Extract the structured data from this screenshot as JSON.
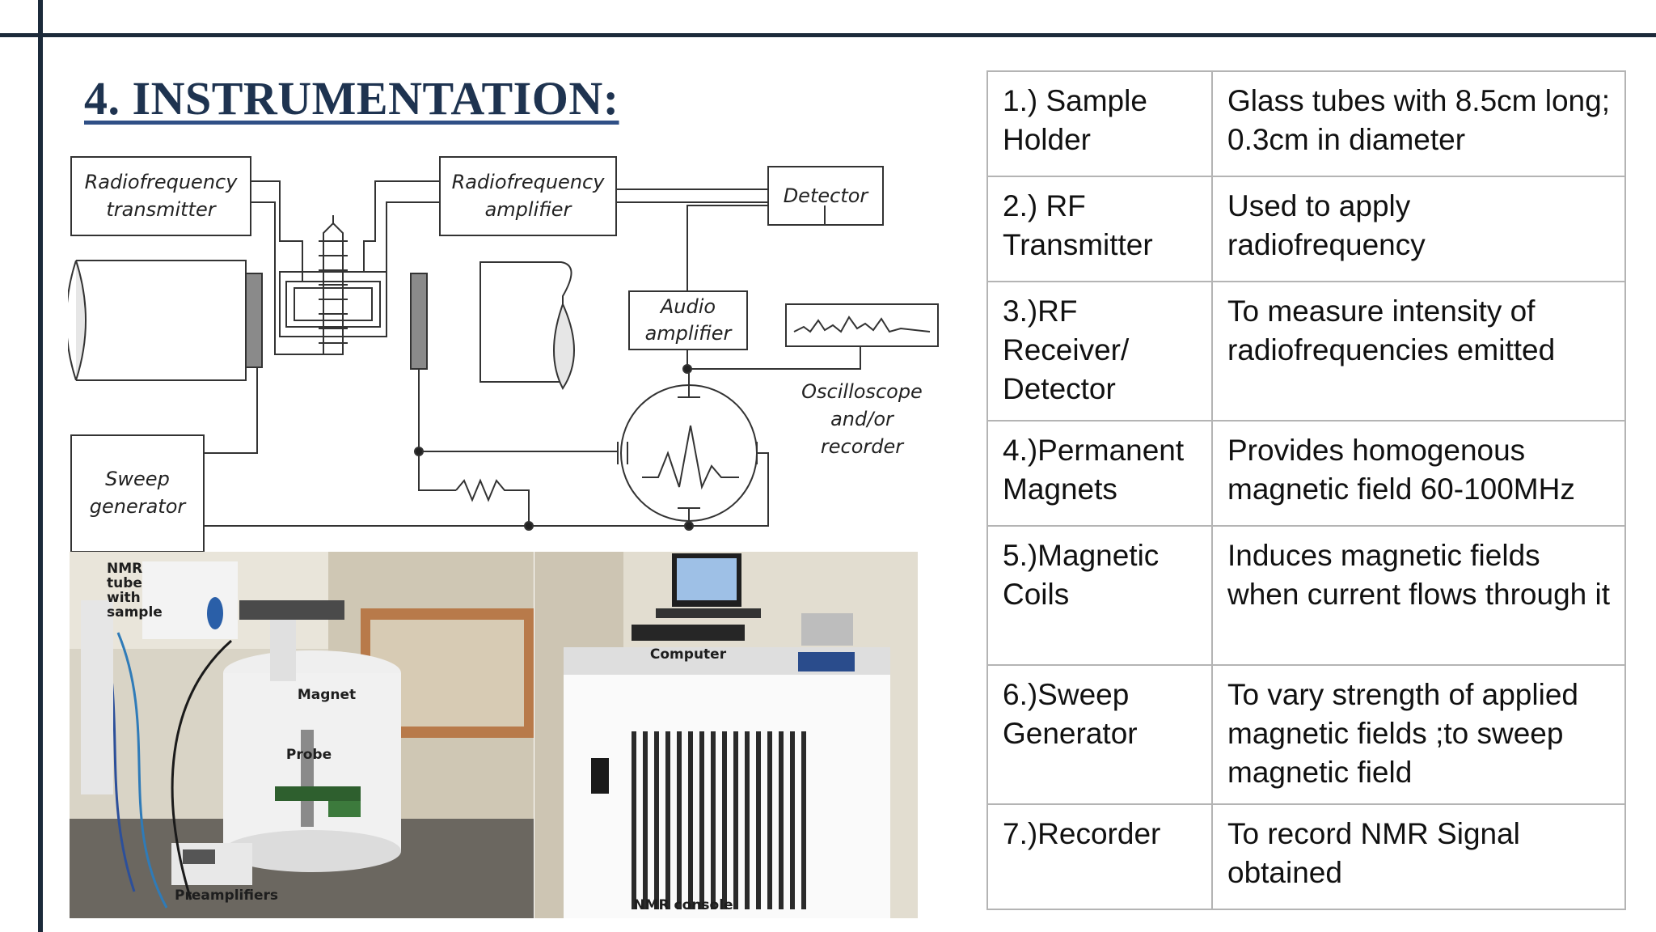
{
  "title": "4. INSTRUMENTATION:",
  "diagram": {
    "labels": {
      "rf_transmitter_1": "Radiofrequency",
      "rf_transmitter_2": "transmitter",
      "rf_amplifier_1": "Radiofrequency",
      "rf_amplifier_2": "amplifier",
      "detector": "Detector",
      "audio_amp_1": "Audio",
      "audio_amp_2": "amplifier",
      "osc_1": "Oscilloscope",
      "osc_2": "and/or",
      "osc_3": "recorder",
      "sweep_1": "Sweep",
      "sweep_2": "generator"
    }
  },
  "photos": {
    "left": {
      "nmr_tube_1": "NMR",
      "nmr_tube_2": "tube",
      "nmr_tube_3": "with",
      "nmr_tube_4": "sample",
      "magnet": "Magnet",
      "probe": "Probe",
      "preamplifiers": "Preamplifiers"
    },
    "right": {
      "computer": "Computer",
      "console": "NMR console"
    }
  },
  "table": {
    "rows": [
      {
        "component": "1.) Sample Holder",
        "description": "Glass tubes with 8.5cm long; 0.3cm in diameter"
      },
      {
        "component": "2.) RF Transmitter",
        "description": "Used to apply radiofrequency"
      },
      {
        "component": "3.)RF Receiver/ Detector",
        "description": "To measure intensity of radiofrequencies emitted"
      },
      {
        "component": "4.)Permanent Magnets",
        "description": "Provides homogenous magnetic field 60-100MHz"
      },
      {
        "component": "5.)Magnetic Coils",
        "description": "Induces magnetic fields when current flows through it"
      },
      {
        "component": "6.)Sweep Generator",
        "description": "To vary strength of applied magnetic fields ;to sweep magnetic field"
      },
      {
        "component": "7.)Recorder",
        "description": "To record NMR Signal obtained"
      }
    ]
  }
}
